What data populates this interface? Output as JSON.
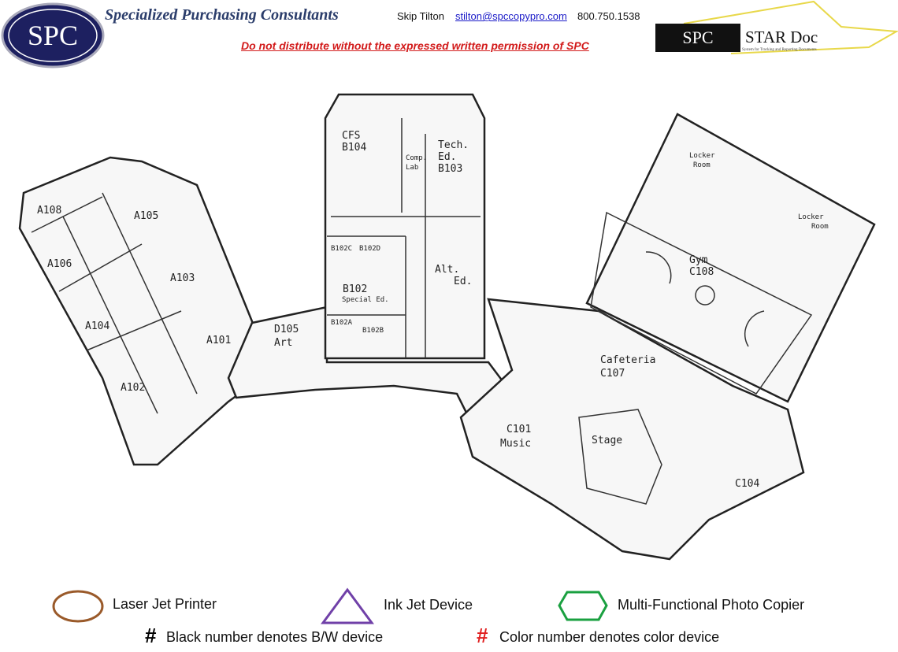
{
  "header": {
    "logo_text": "SPC",
    "company": "Specialized Purchasing Consultants",
    "contact_name": "Skip Tilton",
    "contact_email": "stilton@spccopypro.com",
    "contact_phone": "800.750.1538",
    "warning": "Do not distribute without the expressed written permission of SPC",
    "star_logo": {
      "left": "SPC",
      "right": "STAR Doc",
      "tagline": "System for Tracking and Reporting Documents"
    }
  },
  "rooms": {
    "a108": "A108",
    "a105": "A105",
    "a106": "A106",
    "a103": "A103",
    "a104": "A104",
    "a101": "A101",
    "a102": "A102",
    "d105": "D105",
    "art": "Art",
    "cfs": "CFS",
    "b104": "B104",
    "comp": "Comp.",
    "lab": "Lab",
    "tech": "Tech.",
    "ed": "Ed.",
    "b103": "B103",
    "b102c": "B102C",
    "b102d": "B102D",
    "b102": "B102",
    "special_ed": "Special Ed.",
    "b102a": "B102A",
    "b102b": "B102B",
    "alt": "Alt.",
    "alt_ed": "Ed.",
    "locker1a": "Locker",
    "locker1b": "Room",
    "locker2a": "Locker",
    "locker2b": "Room",
    "gym": "Gym",
    "c108": "C108",
    "cafeteria": "Cafeteria",
    "c107": "C107",
    "c101": "C101",
    "music": "Music",
    "stage": "Stage",
    "c104": "C104"
  },
  "legend": {
    "laser": "Laser Jet Printer",
    "inkjet": "Ink Jet Device",
    "mfp": "Multi-Functional Photo Copier",
    "hash": "#",
    "bw_note": "Black number denotes B/W device",
    "color_note": "Color number denotes color device",
    "colors": {
      "laser": "#9a5a2a",
      "inkjet": "#7040a8",
      "mfp": "#1aa040",
      "color_hash": "#e02020"
    }
  }
}
